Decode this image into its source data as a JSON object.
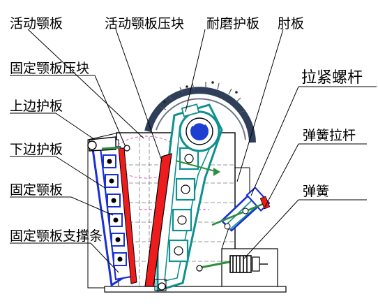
{
  "labels": {
    "movable_jaw": "活动颚板",
    "movable_jaw_clamp": "活动颚板压块",
    "wear_guard": "耐磨护板",
    "toggle_plate": "肘板",
    "fixed_jaw_clamp": "固定颚板压块",
    "upper_guard": "上边护板",
    "lower_guard": "下边护板",
    "fixed_jaw": "固定颚板",
    "fixed_jaw_support": "固定颚板支撑条",
    "tension_rod_bolt": "拉紧螺杆",
    "spring_rod": "弹簧拉杆",
    "spring": "弹簧"
  },
  "colors": {
    "outline": "#000000",
    "frame_line": "#6a6a6a",
    "flywheel": "#2f3f5a",
    "pitman": "#0f8f8f",
    "fixed_jaw": "#1a2fd6",
    "movable_jaw": "#ee1c1c",
    "bearing": "#1f3fd0",
    "rod": "#2f8f3f",
    "guide": "#e040b0"
  }
}
